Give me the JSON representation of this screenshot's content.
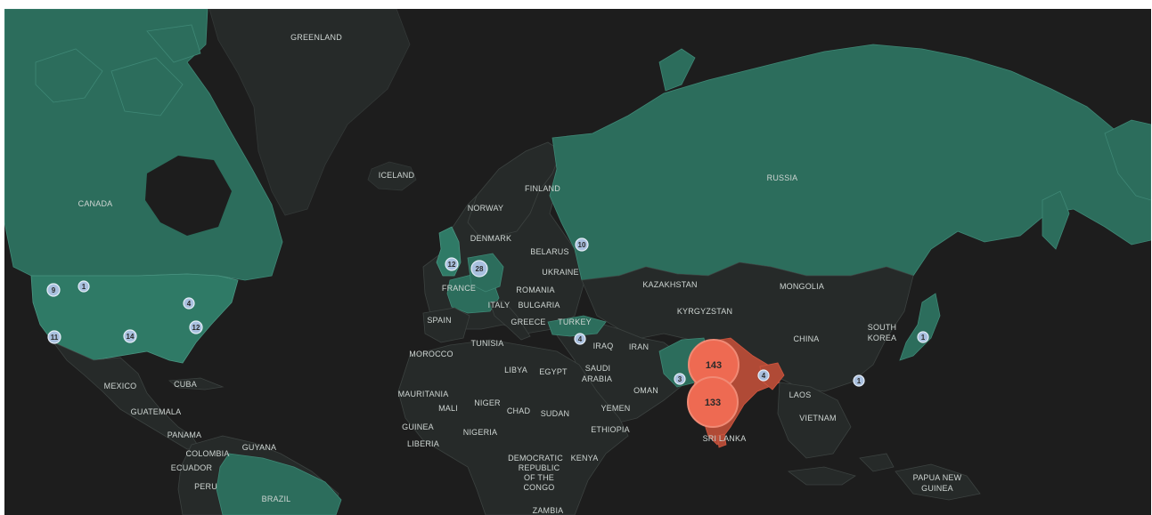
{
  "colors": {
    "ocean": "#1d1d1d",
    "land_dark": "#262a29",
    "land_highlight": "#2c6d5c",
    "land_highlight_alt": "#2f7a66",
    "land_hot": "#d2563f",
    "border": "#3c4240",
    "cluster_small": "#a9c0df",
    "cluster_large": "#ee6a52"
  },
  "labels": [
    {
      "id": "greenland",
      "text": "GREENLAND"
    },
    {
      "id": "iceland",
      "text": "ICELAND"
    },
    {
      "id": "canada",
      "text": "CANADA"
    },
    {
      "id": "finland",
      "text": "FINLAND"
    },
    {
      "id": "norway",
      "text": "NORWAY"
    },
    {
      "id": "denmark",
      "text": "DENMARK"
    },
    {
      "id": "belarus",
      "text": "BELARUS"
    },
    {
      "id": "ukraine",
      "text": "UKRAINE"
    },
    {
      "id": "france",
      "text": "FRANCE"
    },
    {
      "id": "romania",
      "text": "ROMANIA"
    },
    {
      "id": "italy",
      "text": "ITALY"
    },
    {
      "id": "bulgaria",
      "text": "BULGARIA"
    },
    {
      "id": "spain",
      "text": "SPAIN"
    },
    {
      "id": "greece",
      "text": "GREECE"
    },
    {
      "id": "turkey",
      "text": "TURKEY"
    },
    {
      "id": "russia",
      "text": "RUSSIA"
    },
    {
      "id": "kazakhstan",
      "text": "KAZAKHSTAN"
    },
    {
      "id": "mongolia",
      "text": "MONGOLIA"
    },
    {
      "id": "kyrgyzstan",
      "text": "KYRGYZSTAN"
    },
    {
      "id": "china",
      "text": "CHINA"
    },
    {
      "id": "south-korea-1",
      "text": "SOUTH"
    },
    {
      "id": "south-korea-2",
      "text": "KOREA"
    },
    {
      "id": "iraq",
      "text": "IRAQ"
    },
    {
      "id": "iran",
      "text": "IRAN"
    },
    {
      "id": "tunisia",
      "text": "TUNISIA"
    },
    {
      "id": "morocco",
      "text": "MOROCCO"
    },
    {
      "id": "libya",
      "text": "LIBYA"
    },
    {
      "id": "egypt",
      "text": "EGYPT"
    },
    {
      "id": "saudi-1",
      "text": "SAUDI"
    },
    {
      "id": "saudi-2",
      "text": "ARABIA"
    },
    {
      "id": "oman",
      "text": "OMAN"
    },
    {
      "id": "mauritania",
      "text": "MAURITANIA"
    },
    {
      "id": "mali",
      "text": "MALI"
    },
    {
      "id": "niger",
      "text": "NIGER"
    },
    {
      "id": "chad",
      "text": "CHAD"
    },
    {
      "id": "sudan",
      "text": "SUDAN"
    },
    {
      "id": "yemen",
      "text": "YEMEN"
    },
    {
      "id": "guinea",
      "text": "GUINEA"
    },
    {
      "id": "liberia",
      "text": "LIBERIA"
    },
    {
      "id": "nigeria",
      "text": "NIGERIA"
    },
    {
      "id": "ethiopia",
      "text": "ETHIOPIA"
    },
    {
      "id": "drc-1",
      "text": "DEMOCRATIC"
    },
    {
      "id": "drc-2",
      "text": "REPUBLIC"
    },
    {
      "id": "drc-3",
      "text": "OF THE"
    },
    {
      "id": "drc-4",
      "text": "CONGO"
    },
    {
      "id": "kenya",
      "text": "KENYA"
    },
    {
      "id": "zambia",
      "text": "ZAMBIA"
    },
    {
      "id": "laos",
      "text": "LAOS"
    },
    {
      "id": "vietnam",
      "text": "VIETNAM"
    },
    {
      "id": "sri-lanka",
      "text": "SRI LANKA"
    },
    {
      "id": "png-1",
      "text": "PAPUA NEW"
    },
    {
      "id": "png-2",
      "text": "GUINEA"
    },
    {
      "id": "mexico",
      "text": "MEXICO"
    },
    {
      "id": "cuba",
      "text": "CUBA"
    },
    {
      "id": "guatemala",
      "text": "GUATEMALA"
    },
    {
      "id": "panama",
      "text": "PANAMA"
    },
    {
      "id": "guyana",
      "text": "GUYANA"
    },
    {
      "id": "colombia",
      "text": "COLOMBIA"
    },
    {
      "id": "ecuador",
      "text": "ECUADOR"
    },
    {
      "id": "peru",
      "text": "PERU"
    },
    {
      "id": "brazil",
      "text": "BRAZIL"
    }
  ],
  "clusters": [
    {
      "id": "us-west",
      "count": "9"
    },
    {
      "id": "us-northwest",
      "count": "1"
    },
    {
      "id": "us-southwest",
      "count": "11"
    },
    {
      "id": "us-central",
      "count": "14"
    },
    {
      "id": "us-east",
      "count": "4"
    },
    {
      "id": "us-southeast",
      "count": "12"
    },
    {
      "id": "uk",
      "count": "12"
    },
    {
      "id": "germany",
      "count": "28"
    },
    {
      "id": "moscow",
      "count": "10"
    },
    {
      "id": "middle-east",
      "count": "4"
    },
    {
      "id": "pakistan",
      "count": "3"
    },
    {
      "id": "india-north",
      "count": "143"
    },
    {
      "id": "india-south",
      "count": "133"
    },
    {
      "id": "bangladesh",
      "count": "4"
    },
    {
      "id": "taiwan",
      "count": "1"
    },
    {
      "id": "japan",
      "count": "1"
    }
  ]
}
